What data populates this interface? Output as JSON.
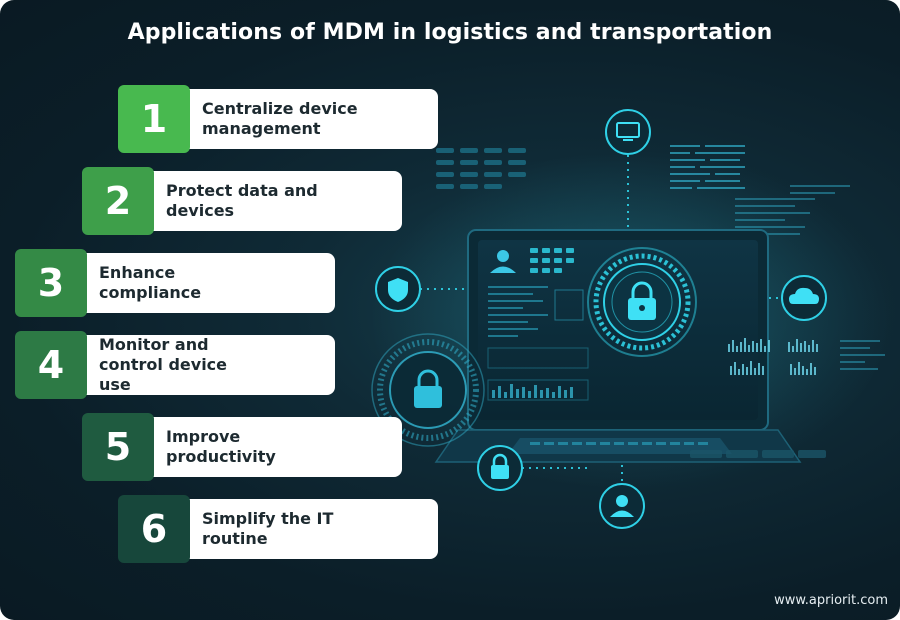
{
  "title": "Applications of MDM in logistics and transportation",
  "watermark": "www.apriorit.com",
  "steps": [
    {
      "number": "1",
      "label": "Centralize device management",
      "color": "#48b94f"
    },
    {
      "number": "2",
      "label": "Protect data and devices",
      "color": "#3e9f4a"
    },
    {
      "number": "3",
      "label": "Enhance compliance",
      "color": "#348a46"
    },
    {
      "number": "4",
      "label": "Monitor and control device use",
      "color": "#2d7a45"
    },
    {
      "number": "5",
      "label": "Improve productivity",
      "color": "#1f5b40"
    },
    {
      "number": "6",
      "label": "Simplify the IT routine",
      "color": "#17473b"
    }
  ],
  "icons": {
    "monitor": "monitor-icon",
    "shield": "shield-icon",
    "cloud": "cloud-icon",
    "lock": "lock-icon",
    "user": "user-icon"
  }
}
